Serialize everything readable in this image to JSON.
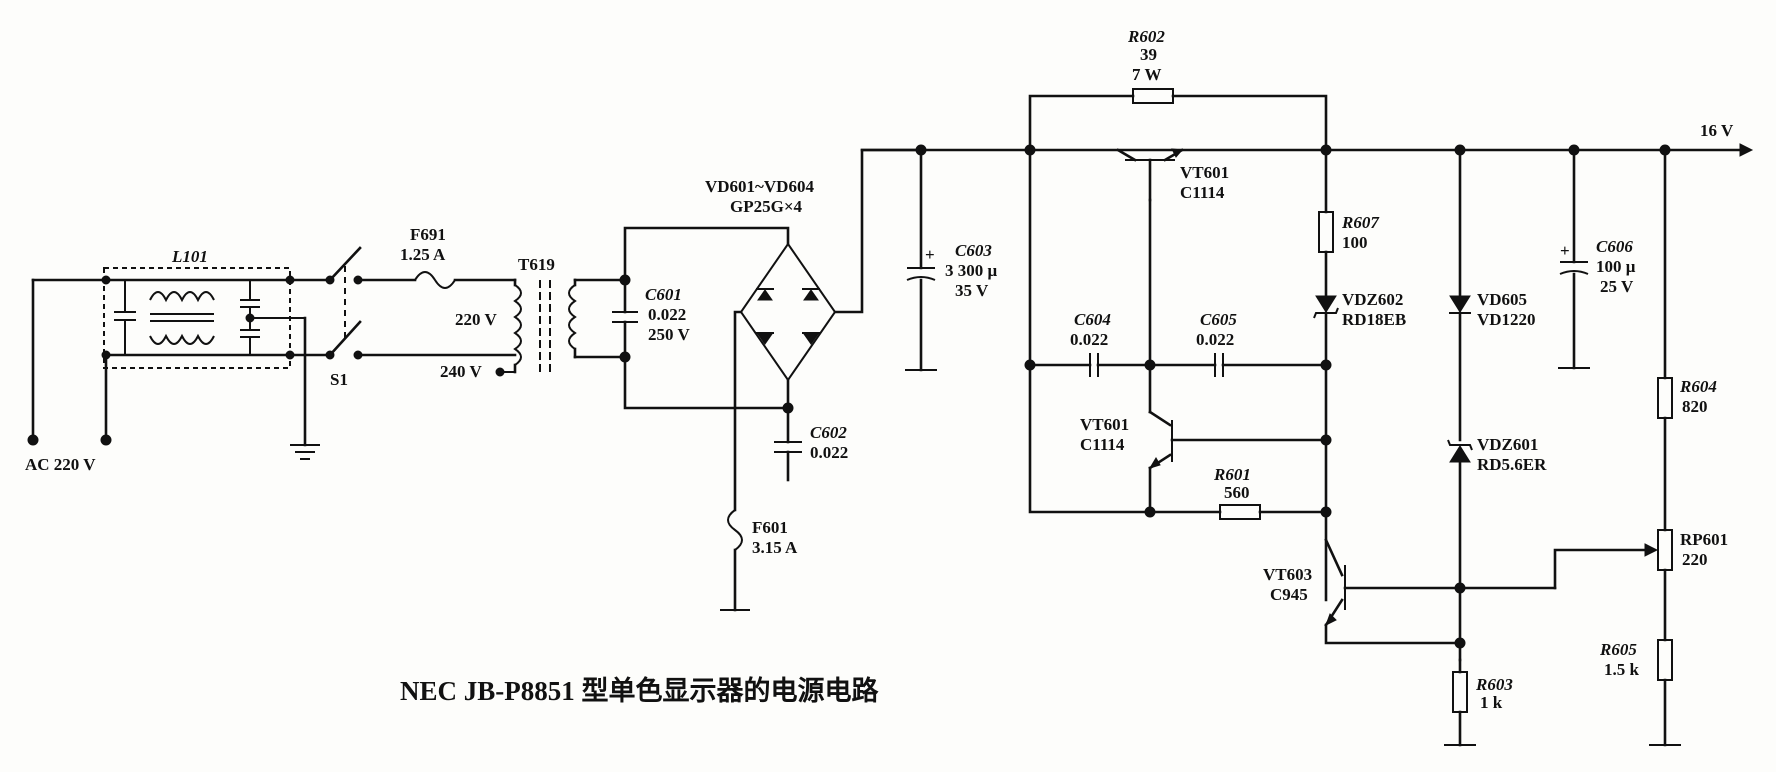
{
  "title": "NEC JB-P8851 型单色显示器的电源电路",
  "input": {
    "label": "AC 220 V"
  },
  "output": {
    "label": "16 V"
  },
  "filter": {
    "ref": "L101"
  },
  "switch": {
    "ref": "S1"
  },
  "fuse_main": {
    "ref": "F691",
    "value": "1.25 A"
  },
  "transformer": {
    "ref": "T619",
    "tap_220": "220 V",
    "tap_240": "240 V"
  },
  "c601": {
    "ref": "C601",
    "value": "0.022",
    "rating": "250 V"
  },
  "bridge": {
    "ref": "VD601~VD604",
    "value": "GP25G×4"
  },
  "c602": {
    "ref": "C602",
    "value": "0.022"
  },
  "fuse_601": {
    "ref": "F601",
    "value": "3.15 A"
  },
  "c603": {
    "ref": "C603",
    "value": "3 300 μ",
    "rating": "35 V"
  },
  "r602": {
    "ref": "R602",
    "value": "39",
    "rating": "7 W"
  },
  "vt601_a": {
    "ref": "VT601",
    "value": "C1114"
  },
  "vt601_b": {
    "ref": "VT601",
    "value": "C1114"
  },
  "c604": {
    "ref": "C604",
    "value": "0.022"
  },
  "c605": {
    "ref": "C605",
    "value": "0.022"
  },
  "r601": {
    "ref": "R601",
    "value": "560"
  },
  "r607": {
    "ref": "R607",
    "value": "100"
  },
  "vdz602": {
    "ref": "VDZ602",
    "value": "RD18EB"
  },
  "vd605": {
    "ref": "VD605",
    "value": "VD1220"
  },
  "vdz601": {
    "ref": "VDZ601",
    "value": "RD5.6ER"
  },
  "vt603": {
    "ref": "VT603",
    "value": "C945"
  },
  "r603": {
    "ref": "R603",
    "value": "1 k"
  },
  "c606": {
    "ref": "C606",
    "value": "100 μ",
    "rating": "25 V"
  },
  "r604": {
    "ref": "R604",
    "value": "820"
  },
  "rp601": {
    "ref": "RP601",
    "value": "220"
  },
  "r605": {
    "ref": "R605",
    "value": "1.5 k"
  }
}
